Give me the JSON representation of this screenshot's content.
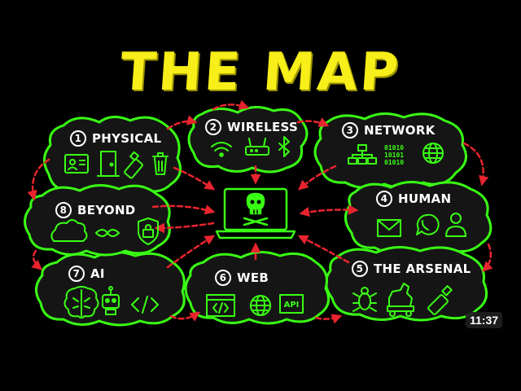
{
  "title": "THE MAP",
  "duration": "11:37",
  "colors": {
    "green": "#39ff14",
    "red": "#e8242e",
    "yellow": "#f7ee1a"
  },
  "nodes": [
    {
      "id": "physical",
      "number": "1",
      "label": "PHYSICAL",
      "icons": [
        "id-card-icon",
        "door-icon",
        "usb-drive-icon",
        "trash-icon"
      ]
    },
    {
      "id": "wireless",
      "number": "2",
      "label": "WIRELESS",
      "icons": [
        "wifi-icon",
        "router-icon",
        "bluetooth-icon"
      ]
    },
    {
      "id": "network",
      "number": "3",
      "label": "NETWORK",
      "icons": [
        "topology-icon",
        "binary-icon",
        "globe-icon"
      ]
    },
    {
      "id": "human",
      "number": "4",
      "label": "HUMAN",
      "icons": [
        "envelope-icon",
        "phone-chat-icon",
        "person-icon"
      ]
    },
    {
      "id": "arsenal",
      "number": "5",
      "label": "THE ARSENAL",
      "icons": [
        "bug-icon",
        "trojan-horse-icon",
        "usb-stick-icon"
      ]
    },
    {
      "id": "web",
      "number": "6",
      "label": "WEB",
      "icons": [
        "code-window-icon",
        "globe-icon",
        "api-icon"
      ]
    },
    {
      "id": "ai",
      "number": "7",
      "label": "AI",
      "icons": [
        "brain-icon",
        "robot-icon",
        "code-icon"
      ]
    },
    {
      "id": "beyond",
      "number": "8",
      "label": "BEYOND",
      "icons": [
        "cloud-icon",
        "infinity-icon",
        "shield-lock-icon"
      ]
    }
  ],
  "center": {
    "icon": "laptop-skull-icon"
  },
  "text": {
    "binary": [
      "01010",
      "10101",
      "01010"
    ],
    "api": "API"
  }
}
